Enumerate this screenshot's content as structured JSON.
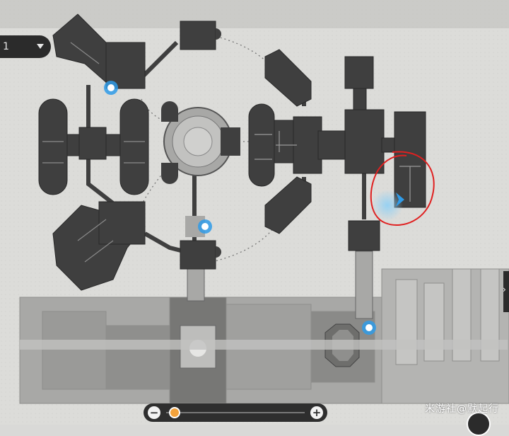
{
  "floor_selector": {
    "label": "1",
    "icon": "chevron-down-icon"
  },
  "zoom": {
    "minus_label": "−",
    "plus_label": "+",
    "level": 0.06
  },
  "markers": [
    {
      "name": "teleport-anchor",
      "icon": "space-anchor-icon"
    },
    {
      "name": "teleport-anchor",
      "icon": "space-anchor-icon"
    },
    {
      "name": "teleport-anchor",
      "icon": "space-anchor-icon"
    }
  ],
  "player_marker": {
    "icon": "player-arrow-icon",
    "color": "#2f9be8"
  },
  "annotation": {
    "shape": "hand-drawn-circle",
    "color": "#e02020"
  },
  "watermark": "米游社@默起行",
  "colors": {
    "room": "#3f3f3f",
    "background": "#dcdcda",
    "lower_area": "#9a9a9a",
    "anchor": "#2f9be8"
  }
}
